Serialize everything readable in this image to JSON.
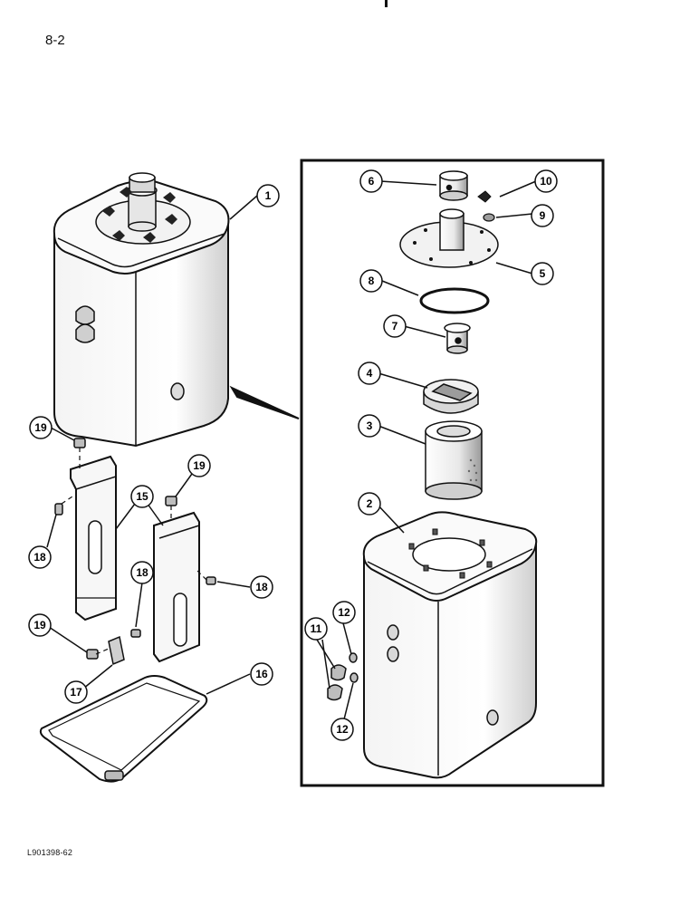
{
  "page": {
    "number": "8-2",
    "figure_code": "L901398-62"
  },
  "callouts": {
    "c1": "1",
    "c2": "2",
    "c3": "3",
    "c4": "4",
    "c5": "5",
    "c6": "6",
    "c7": "7",
    "c8": "8",
    "c9": "9",
    "c10": "10",
    "c11": "11",
    "c12a": "12",
    "c12b": "12",
    "c15": "15",
    "c16": "16",
    "c17": "17",
    "c18a": "18",
    "c18b": "18",
    "c18c": "18",
    "c19a": "19",
    "c19b": "19",
    "c19c": "19"
  }
}
